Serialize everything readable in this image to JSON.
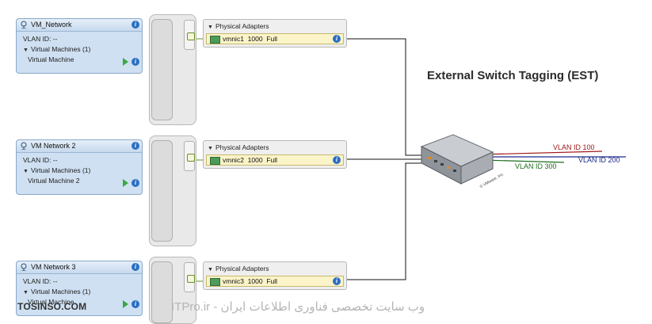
{
  "port_groups": [
    {
      "name": "VM_Network",
      "vlan": "VLAN ID: --",
      "vms_header": "Virtual Machines (1)",
      "vm": "Virtual Machine"
    },
    {
      "name": "VM Network 2",
      "vlan": "VLAN ID: --",
      "vms_header": "Virtual Machines (1)",
      "vm": "Virtual Machine 2"
    },
    {
      "name": "VM Network 3",
      "vlan": "VLAN ID: --",
      "vms_header": "Virtual Machines (1)",
      "vm": "Virtual Machine"
    }
  ],
  "adapters": [
    {
      "header": "Physical Adapters",
      "nic": "vmnic1",
      "speed": "1000",
      "duplex": "Full"
    },
    {
      "header": "Physical Adapters",
      "nic": "vmnic2",
      "speed": "1000",
      "duplex": "Full"
    },
    {
      "header": "Physical Adapters",
      "nic": "vmnic3",
      "speed": "1000",
      "duplex": "Full"
    }
  ],
  "caption": "External Switch Tagging (EST)",
  "switch_brand": "© VMware, Inc.",
  "vlans": [
    {
      "label": "VLAN ID 100",
      "color": "#a01818"
    },
    {
      "label": "VLAN ID 200",
      "color": "#1a2a8a"
    },
    {
      "label": "VLAN ID 300",
      "color": "#1d6e1d"
    }
  ],
  "watermark": "ITPro.ir - وب سایت تخصصی فناوری اطلاعات ایران",
  "logo": "TOSINSO.COM",
  "icons": {
    "info": "info-icon",
    "network": "network-icon",
    "play": "play-icon",
    "nic": "nic-icon"
  },
  "colors": {
    "uplink_line": "#e07b1f",
    "connector": "#111111"
  }
}
